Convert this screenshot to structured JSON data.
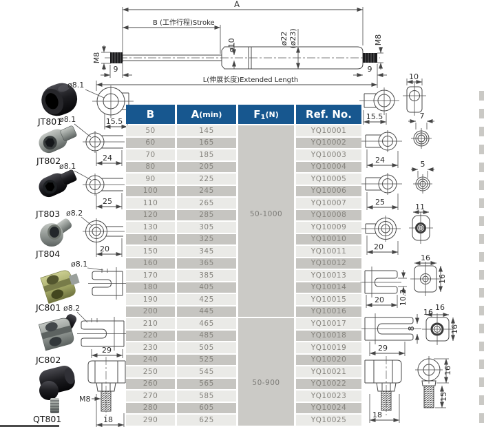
{
  "top_drawing": {
    "dim_a": "A",
    "dim_b": "B (工作行程)Stroke",
    "rod_dia": "ø10",
    "body_dia": "ø22",
    "body_dia2": "(ø23)",
    "thread_left": "M8",
    "thread_right": "M8",
    "nine_left": "9",
    "nine_right": "9",
    "extended": "L(伸展长度)Extended Length"
  },
  "table": {
    "header": {
      "col_b": "B",
      "col_a_main": "A",
      "col_a_sub": "(min)",
      "col_f_main": "F",
      "col_f_sub": "1",
      "col_f_unit": "(N)",
      "col_ref": "Ref. No."
    },
    "force_groups": [
      {
        "label": "50-1000",
        "rows": 16
      },
      {
        "label": "50-900",
        "rows": 9
      }
    ],
    "rows": [
      {
        "b": "50",
        "a": "145",
        "ref": "YQ10001"
      },
      {
        "b": "60",
        "a": "165",
        "ref": "YQ10002"
      },
      {
        "b": "70",
        "a": "185",
        "ref": "YQ10003"
      },
      {
        "b": "80",
        "a": "205",
        "ref": "YQ10004"
      },
      {
        "b": "90",
        "a": "225",
        "ref": "YQ10005"
      },
      {
        "b": "100",
        "a": "245",
        "ref": "YQ10006"
      },
      {
        "b": "110",
        "a": "265",
        "ref": "YQ10007"
      },
      {
        "b": "120",
        "a": "285",
        "ref": "YQ10008"
      },
      {
        "b": "130",
        "a": "305",
        "ref": "YQ10009"
      },
      {
        "b": "140",
        "a": "325",
        "ref": "YQ10010"
      },
      {
        "b": "150",
        "a": "345",
        "ref": "YQ10011"
      },
      {
        "b": "160",
        "a": "365",
        "ref": "YQ10012"
      },
      {
        "b": "170",
        "a": "385",
        "ref": "YQ10013"
      },
      {
        "b": "180",
        "a": "405",
        "ref": "YQ10014"
      },
      {
        "b": "190",
        "a": "425",
        "ref": "YQ10015"
      },
      {
        "b": "200",
        "a": "445",
        "ref": "YQ10016"
      },
      {
        "b": "210",
        "a": "465",
        "ref": "YQ10017"
      },
      {
        "b": "220",
        "a": "485",
        "ref": "YQ10018"
      },
      {
        "b": "230",
        "a": "505",
        "ref": "YQ10019"
      },
      {
        "b": "240",
        "a": "525",
        "ref": "YQ10020"
      },
      {
        "b": "250",
        "a": "545",
        "ref": "YQ10021"
      },
      {
        "b": "260",
        "a": "565",
        "ref": "YQ10022"
      },
      {
        "b": "270",
        "a": "585",
        "ref": "YQ10023"
      },
      {
        "b": "280",
        "a": "605",
        "ref": "YQ10024"
      },
      {
        "b": "290",
        "a": "625",
        "ref": "YQ10025"
      }
    ]
  },
  "fittings": [
    {
      "label": "JT801",
      "dia": "ø8.1",
      "dim": "15.5"
    },
    {
      "label": "JT802",
      "dia": "ø8.1",
      "dim": "24"
    },
    {
      "label": "JT803",
      "dia": "ø8.1",
      "dim": "25"
    },
    {
      "label": "JT804",
      "dia": "ø8.2",
      "dim": "20"
    },
    {
      "label": "JC801",
      "dia": "ø8.1",
      "dim": ""
    },
    {
      "label": "JC802",
      "dia": "ø8.2",
      "dim": "29"
    },
    {
      "label": "QT801",
      "dia": "M8",
      "dim": "18"
    }
  ],
  "right_dims": {
    "eyelet1": "15.5",
    "side1": "10",
    "eyelet2": "24",
    "side2": "7",
    "eyelet3": "25",
    "side3": "5",
    "eyelet4": "20",
    "side4": "11",
    "fork1_w": "20",
    "fork1_slot": "10.2",
    "fork1_fw": "16",
    "fork1_fh": "16",
    "fork2_w": "29",
    "fork2_slot": "8",
    "fork2_fw": "16",
    "fork2_fh": "16",
    "fork2_fw2": "16",
    "ball_w": "18",
    "ball_eye": "16",
    "ball_stud": "15"
  },
  "colors": {
    "header_bg": "#17578f",
    "row_light": "#eaeae7",
    "row_dark": "#c6c5c1",
    "force_bg": "#cbcac6"
  }
}
